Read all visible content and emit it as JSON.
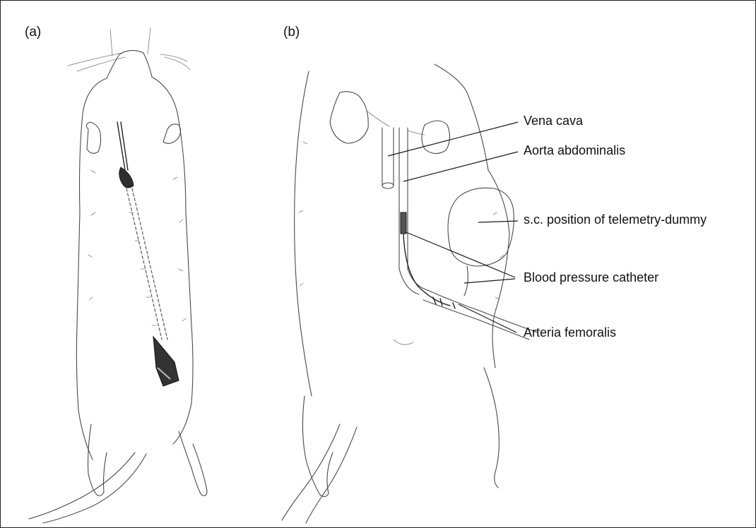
{
  "panels": {
    "a": {
      "label": "(a)"
    },
    "b": {
      "label": "(b)"
    }
  },
  "labels": {
    "vena_cava": "Vena cava",
    "aorta": "Aorta abdominalis",
    "telemetry": "s.c. position of telemetry-dummy",
    "catheter": "Blood pressure catheter",
    "femoral": "Arteria femoralis"
  }
}
